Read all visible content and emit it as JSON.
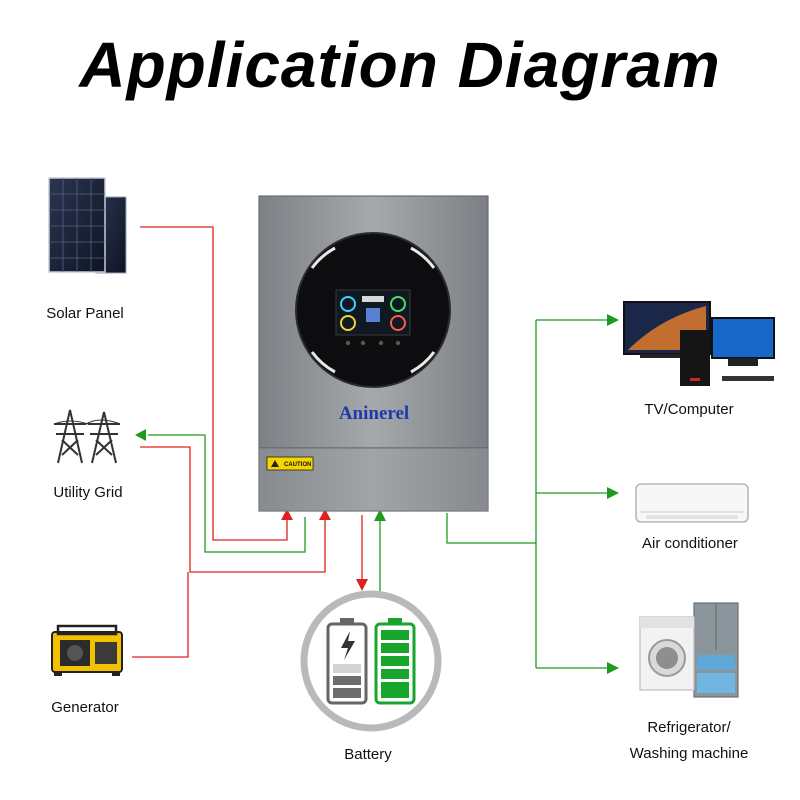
{
  "title": "Application Diagram",
  "inverter": {
    "brand": "Aninerel",
    "caution": "CAUTION"
  },
  "sources": [
    {
      "label": "Solar Panel",
      "icon": "solar-panel-icon"
    },
    {
      "label": "Utility Grid",
      "icon": "transmission-tower-icon"
    },
    {
      "label": "Generator",
      "icon": "generator-icon"
    }
  ],
  "storage": {
    "label": "Battery",
    "icon": "battery-icon"
  },
  "loads": [
    {
      "label": "TV/Computer",
      "icon": "tv-computer-icon"
    },
    {
      "label": "Air conditioner",
      "icon": "air-conditioner-icon"
    },
    {
      "label_line1": "Refrigerator/",
      "label_line2": "Washing machine",
      "icon": "refrigerator-washer-icon"
    }
  ],
  "colors": {
    "input_line": "#e0201c",
    "output_line": "#1f9a1f",
    "inverter_body": "#8e9295"
  }
}
